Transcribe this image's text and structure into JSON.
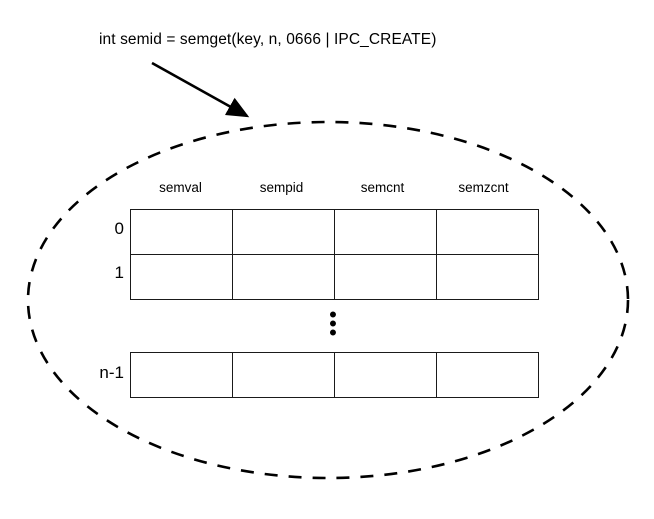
{
  "diagram": {
    "title_code": "int semid = semget(key, n, 0666 | IPC_CREATE)",
    "container_shape": "dashed-ellipse",
    "annotation_arrow": "arrow-from-code-to-semaphore-set",
    "ellipsis_symbol": "vertical-ellipsis",
    "dots": [
      "•",
      "•",
      "•"
    ],
    "columns": [
      {
        "label": "semval"
      },
      {
        "label": "sempid"
      },
      {
        "label": "semcnt"
      },
      {
        "label": "semzcnt"
      }
    ],
    "rows_top": [
      {
        "label": "0",
        "cells": [
          "",
          "",
          "",
          ""
        ]
      },
      {
        "label": "1",
        "cells": [
          "",
          "",
          "",
          ""
        ]
      }
    ],
    "rows_last": [
      {
        "label": "n-1",
        "cells": [
          "",
          "",
          "",
          ""
        ]
      }
    ],
    "colors": {
      "background": "#ffffff",
      "stroke": "#000000",
      "table_border": "#1a1a1a",
      "text": "#000000"
    }
  }
}
